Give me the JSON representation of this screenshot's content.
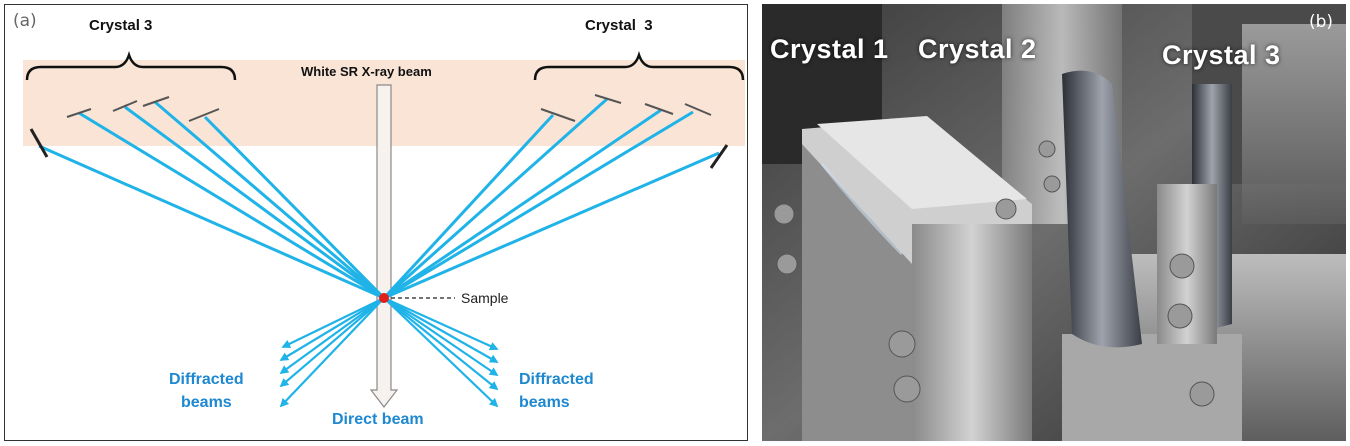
{
  "panel_a": {
    "panel_label": "(a)",
    "crystal_left_label": "Crystal 3",
    "crystal_right_label": "Crystal  3",
    "beam_label": "White SR X-ray beam",
    "sample_label": "Sample",
    "direct_beam_label": "Direct beam",
    "diffracted_left_line1": "Diffracted",
    "diffracted_left_line2": "beams",
    "diffracted_right_line1": "Diffracted",
    "diffracted_right_line2": "beams",
    "colors": {
      "ray": "#1fb3e8",
      "band": "#f9e4d6",
      "sample": "#e0201a",
      "diffracted_text": "#1e88d0",
      "crystal_plate": "#555555"
    }
  },
  "panel_b": {
    "panel_label": "(b)",
    "crystal_1_label": "Crystal 1",
    "crystal_2_label": "Crystal 2",
    "crystal_3_label": "Crystal 3"
  }
}
